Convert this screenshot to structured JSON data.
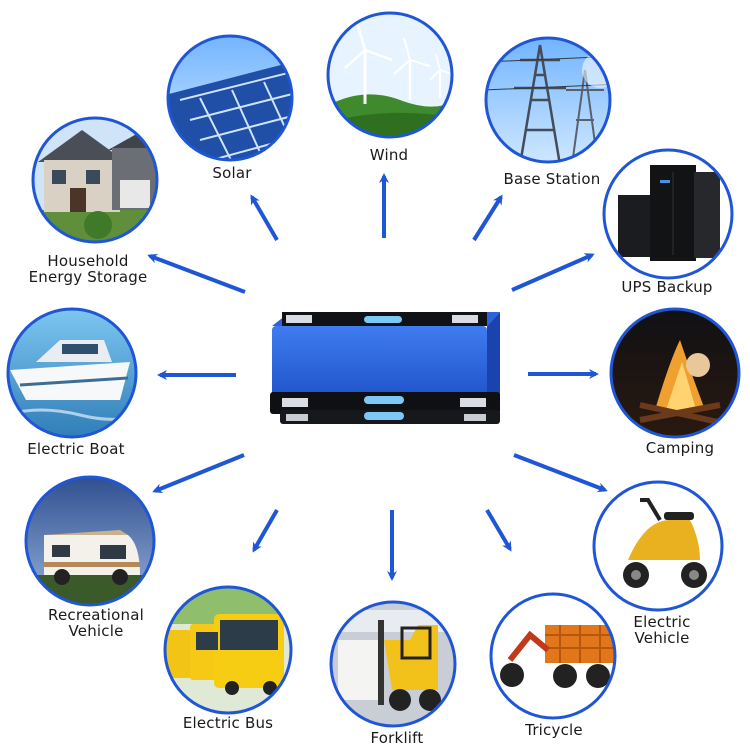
{
  "diagram": {
    "center": {
      "name": "battery-cells-icon",
      "accent": "#2457d6"
    },
    "arrow_color": "#1f56d6",
    "ring_color": "#1f56d6",
    "applications": [
      {
        "id": "solar",
        "lines": [
          "Solar"
        ],
        "icon": "solar-panel-icon"
      },
      {
        "id": "wind",
        "lines": [
          "Wind"
        ],
        "icon": "wind-turbine-icon"
      },
      {
        "id": "base-station",
        "lines": [
          "Base Station"
        ],
        "icon": "power-tower-icon"
      },
      {
        "id": "ups-backup",
        "lines": [
          "UPS Backup"
        ],
        "icon": "server-cabinet-icon"
      },
      {
        "id": "camping",
        "lines": [
          "Camping"
        ],
        "icon": "campfire-icon"
      },
      {
        "id": "electric-vehicle",
        "lines": [
          "Electric",
          "Vehicle"
        ],
        "icon": "scooter-icon"
      },
      {
        "id": "tricycle",
        "lines": [
          "Tricycle"
        ],
        "icon": "cargo-tricycle-icon"
      },
      {
        "id": "forklift",
        "lines": [
          "Forklift"
        ],
        "icon": "forklift-icon"
      },
      {
        "id": "electric-bus",
        "lines": [
          "Electric Bus"
        ],
        "icon": "bus-icon"
      },
      {
        "id": "recreational-vehicle",
        "lines": [
          "Recreational",
          "Vehicle"
        ],
        "icon": "camper-van-icon"
      },
      {
        "id": "electric-boat",
        "lines": [
          "Electric Boat"
        ],
        "icon": "boat-icon"
      },
      {
        "id": "household-energy-storage",
        "lines": [
          "Household",
          "Energy Storage"
        ],
        "icon": "house-icon"
      }
    ]
  }
}
